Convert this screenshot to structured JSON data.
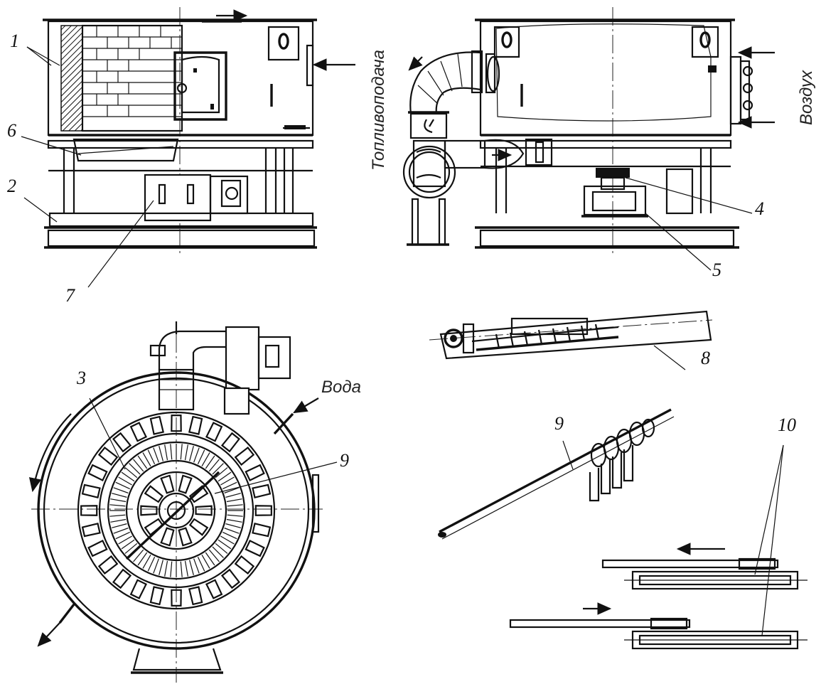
{
  "labels": {
    "l1": "1",
    "l2": "2",
    "l3": "3",
    "l4": "4",
    "l5": "5",
    "l6": "6",
    "l7": "7",
    "l8": "8",
    "l9a": "9",
    "l9b": "9",
    "l10": "10"
  },
  "captions": {
    "fuel": "Топливоподача",
    "air": "Воздух",
    "water": "Вода"
  }
}
